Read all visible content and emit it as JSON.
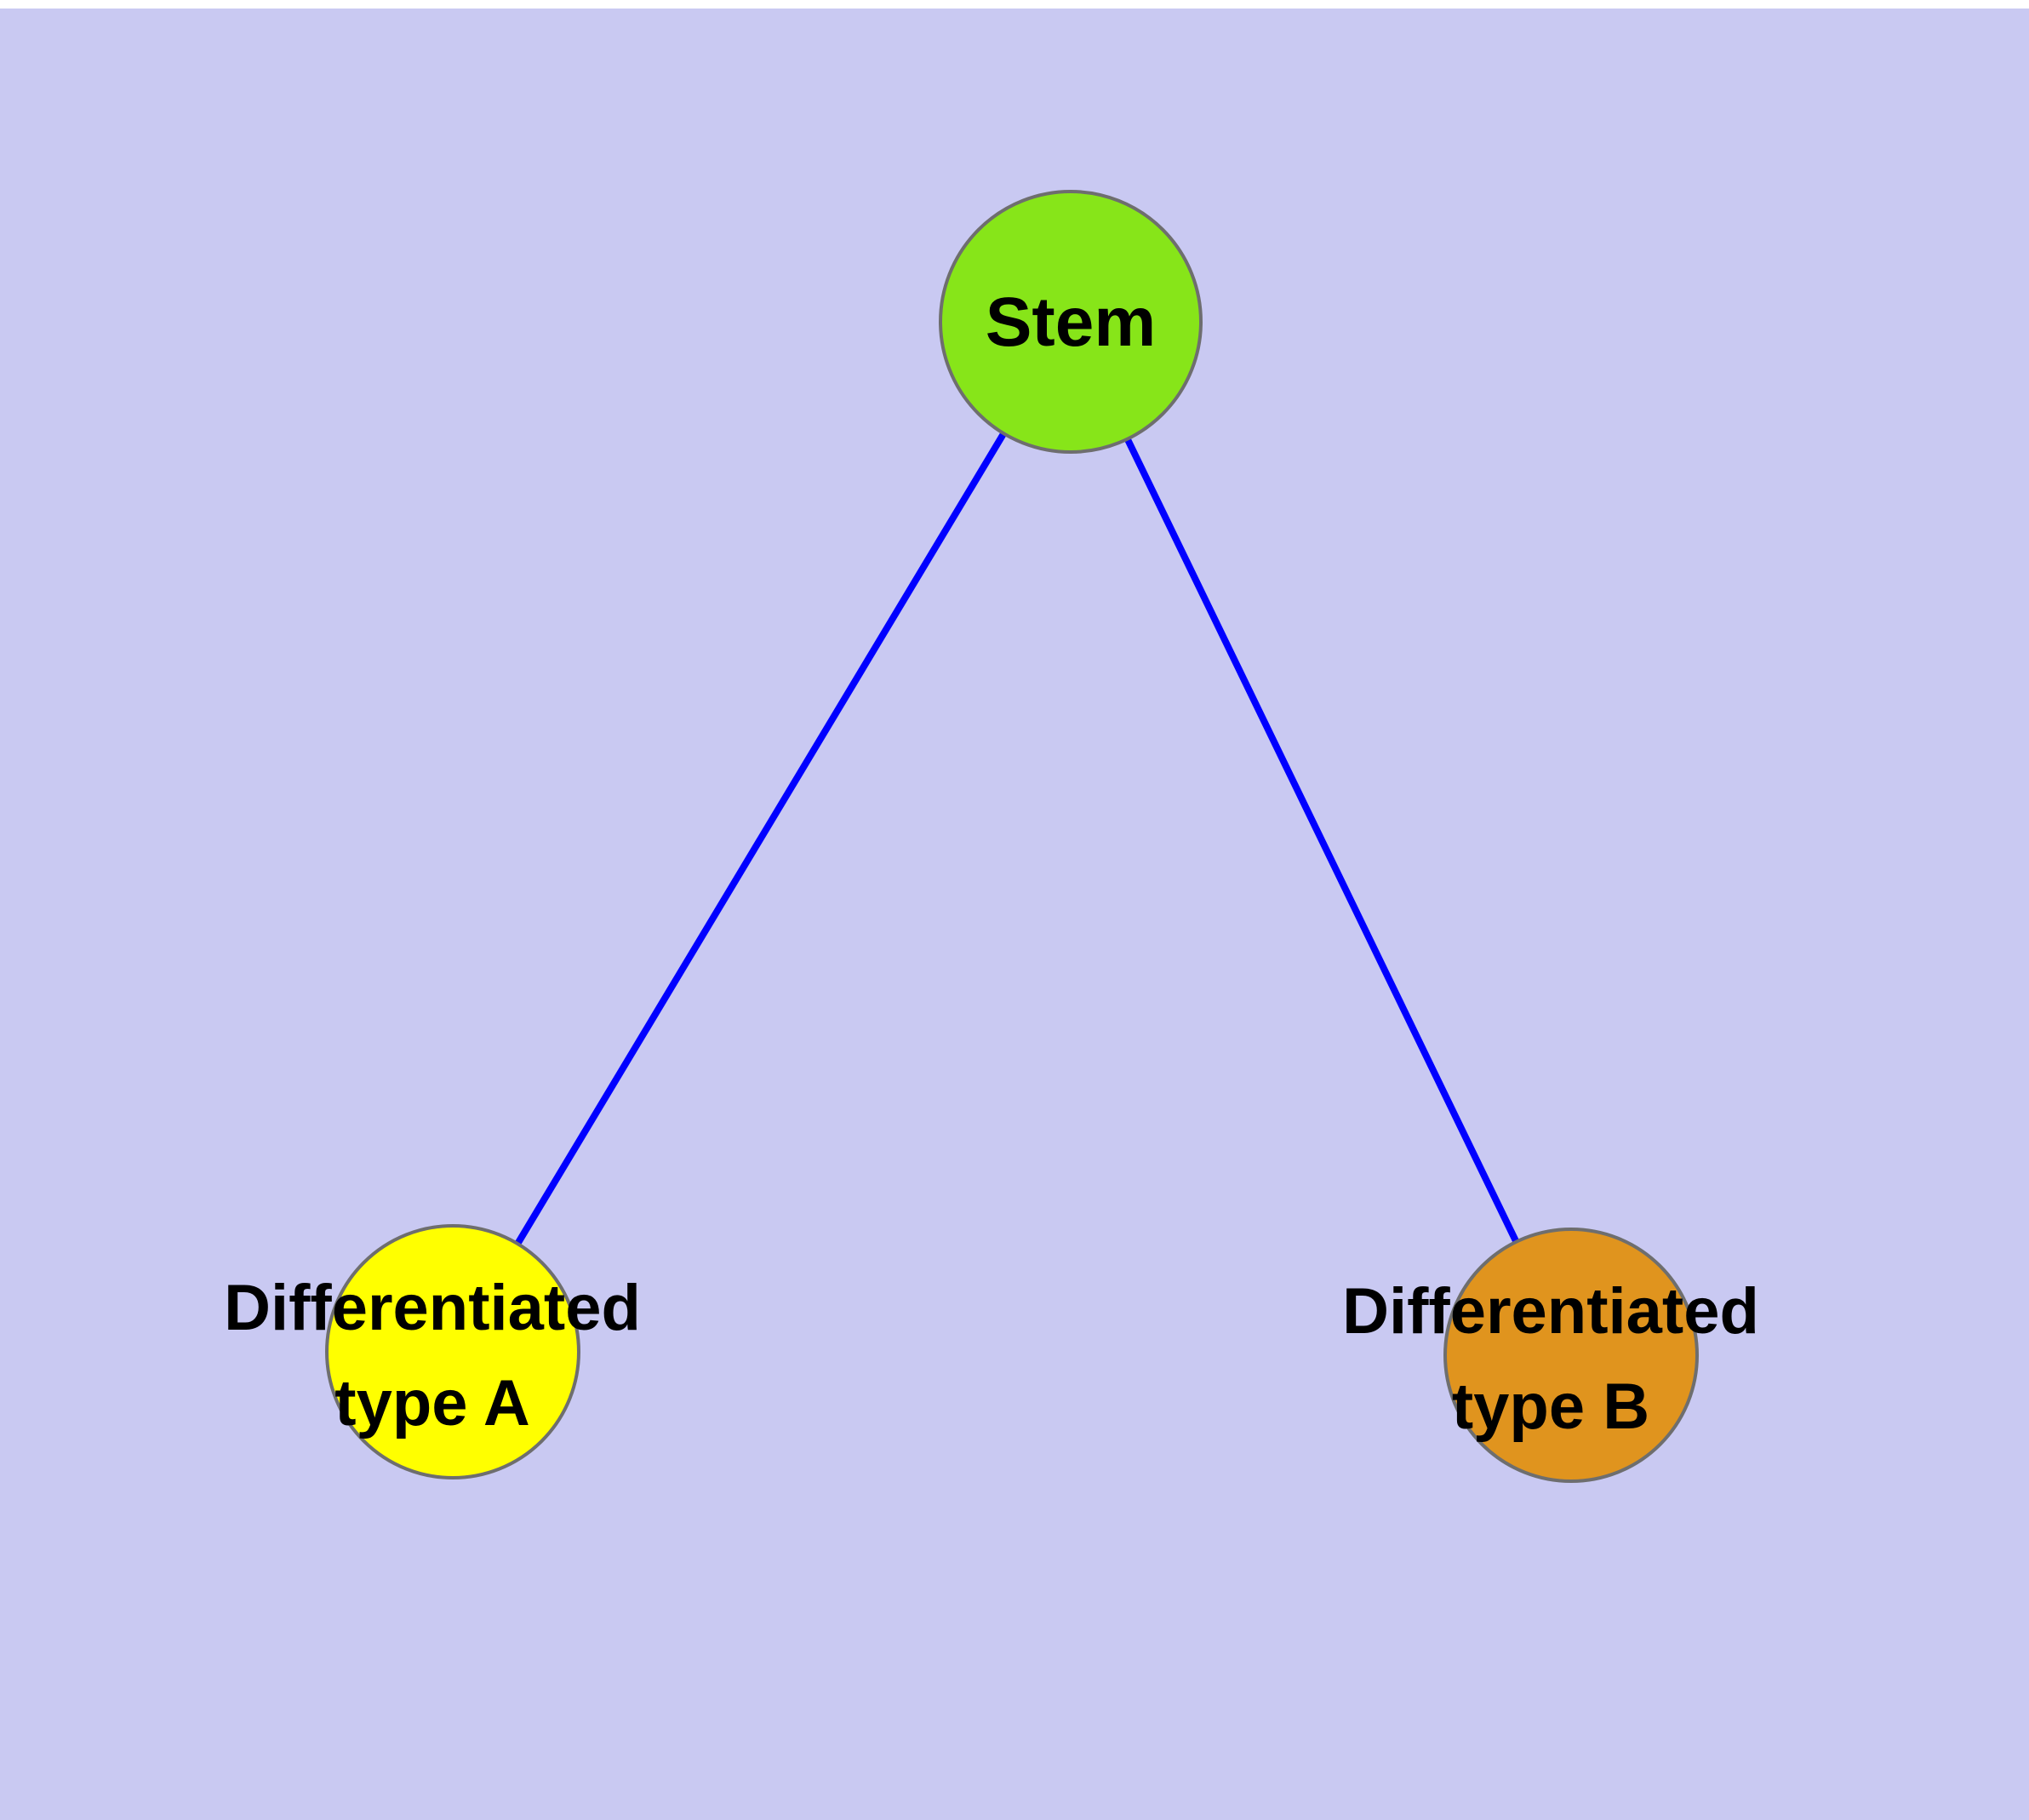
{
  "diagram": {
    "background_color": "#c9c9f2",
    "edge_color": "#0000ff",
    "node_border_color": "#6e6e6e",
    "text_color": "#000000",
    "nodes": {
      "stem": {
        "label": "Stem",
        "color": "#87e519"
      },
      "type_a": {
        "label_line1": "Differentiated",
        "label_line2": "type A",
        "color": "#ffff00"
      },
      "type_b": {
        "label_line1": "Differentiated",
        "label_line2": "type B",
        "color": "#e0941e"
      }
    },
    "edges": [
      {
        "from": "Stem",
        "to": "Differentiated type A"
      },
      {
        "from": "Stem",
        "to": "Differentiated type B"
      }
    ]
  }
}
